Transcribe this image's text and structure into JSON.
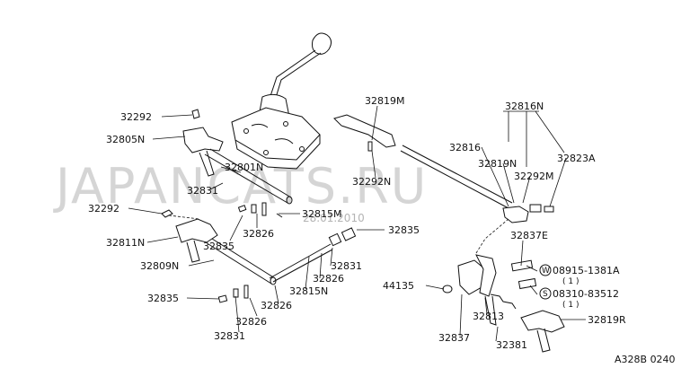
{
  "diagram": {
    "watermark": "JAPANCATS.RU",
    "date_stamp": "28.01.2010",
    "figure_code": "A328B 0240",
    "labels": {
      "l32292_top": "32292",
      "l32805N": "32805N",
      "l32801N": "32801N",
      "l32831_a": "32831",
      "l32292_mid": "32292",
      "l32815M": "32815M",
      "l32826_a": "32826",
      "l32811N": "32811N",
      "l32835_a": "32835",
      "l32809N": "32809N",
      "l32835_b": "32835",
      "l32835_c": "32835",
      "l32831_b": "32831",
      "l32826_b": "32826",
      "l32815N": "32815N",
      "l32826_c": "32826",
      "l32826_d": "32826",
      "l32831_c": "32831",
      "l32819M": "32819M",
      "l32292N": "32292N",
      "l32816N": "32816N",
      "l32816": "32816",
      "l32819N": "32819N",
      "l32292M": "32292M",
      "l32823A": "32823A",
      "l32837E": "32837E",
      "l44135": "44135",
      "l32813": "32813",
      "l32837": "32837",
      "l32381": "32381",
      "l32819R": "32819R",
      "washer_code": "08915-1381A",
      "washer_qty": "( 1 )",
      "bolt_code": "08310-83512",
      "bolt_qty": "( 1 )",
      "circle_w": "W",
      "circle_s": "S"
    }
  }
}
